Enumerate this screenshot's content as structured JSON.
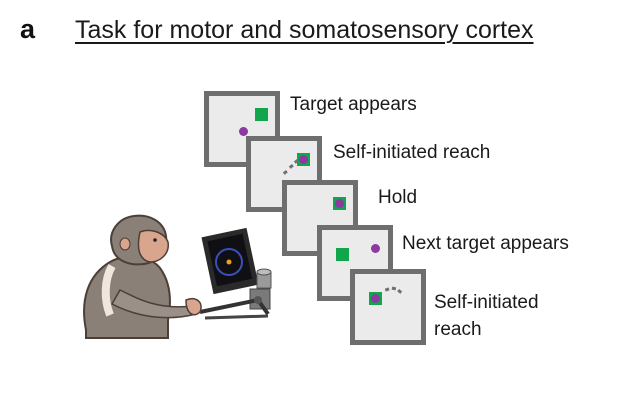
{
  "panel": {
    "letter": "a",
    "title": "Task for motor and somatosensory cortex"
  },
  "colors": {
    "frame_border": "#6e6e6e",
    "frame_fill": "#ebebeb",
    "target": "#12a64c",
    "cursor": "#8a3aa0",
    "trail": "#707070",
    "monkey_fur": "#8a8078",
    "monkey_face": "#d9a58c",
    "monitor_screen": "#101010"
  },
  "steps": [
    {
      "label": "Target appears"
    },
    {
      "label": "Self-initiated reach"
    },
    {
      "label": "Hold"
    },
    {
      "label": "Next target appears"
    },
    {
      "label": "Self-initiated",
      "label_line2": "reach"
    }
  ]
}
